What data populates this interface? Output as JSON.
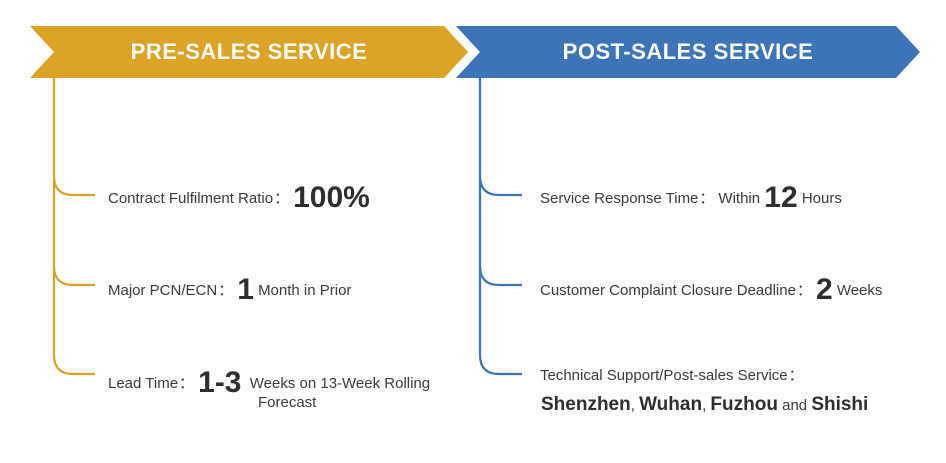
{
  "pre_sales": {
    "title": "PRE-SALES SERVICE",
    "color": "#dca326",
    "items": [
      {
        "label": "Contract Fulfilment Ratio",
        "colon": "：",
        "value": "100%",
        "suffix": ""
      },
      {
        "label": "Major PCN/ECN",
        "colon": "：",
        "value": "1",
        "suffix": "Month in Prior"
      },
      {
        "label": "Lead Time",
        "colon": "：",
        "value": "1-3",
        "suffix": "Weeks on 13-Week Rolling",
        "suffix_line2": "Forecast"
      }
    ]
  },
  "post_sales": {
    "title": "POST-SALES SERVICE",
    "color": "#3d73b7",
    "items": [
      {
        "label": "Service Response Time",
        "colon": "：",
        "prefix": "Within",
        "value": "12",
        "suffix": "Hours"
      },
      {
        "label": "Customer Complaint Closure Deadline",
        "colon": "：",
        "value": "2",
        "suffix": "Weeks"
      },
      {
        "label": "Technical Support/Post-sales Service",
        "colon": "："
      }
    ],
    "locations": [
      "Shenzhen",
      "Wuhan",
      "Fuzhou",
      "Shishi"
    ],
    "locations_separator": ",",
    "locations_conjunction": "and"
  }
}
